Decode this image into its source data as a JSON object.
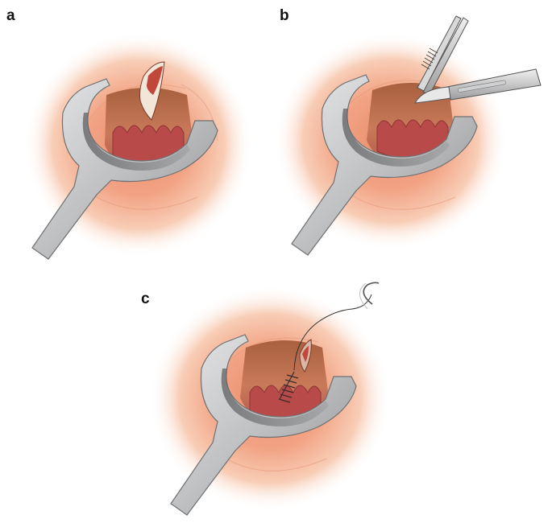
{
  "figure": {
    "panels": [
      {
        "label": "a"
      },
      {
        "label": "b"
      },
      {
        "label": "c"
      }
    ]
  },
  "colors": {
    "skin_glow": "#f2a384",
    "skin_light": "#fbe7dc",
    "mucosa": "#c26a4e",
    "mucosa_dark": "#8f3f2d",
    "rugae": "#b84a4a",
    "retractor": "#b9babc",
    "retractor_dark": "#6f7072",
    "retractor_light": "#e4e5e6",
    "suture": "#3a2b2b"
  }
}
